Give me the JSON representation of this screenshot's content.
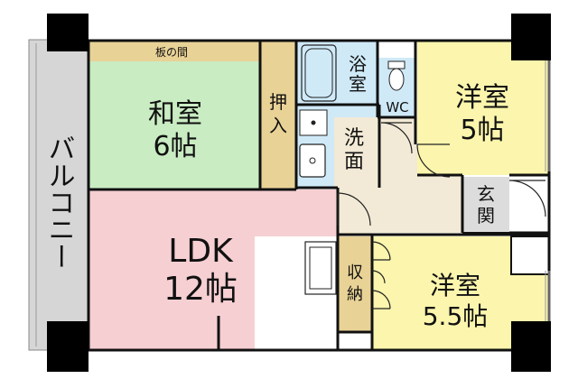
{
  "colors": {
    "tatami_room": "#c9ecc2",
    "ldk": "#f6cfd2",
    "western_room": "#fbf5ad",
    "wood": "#e8d296",
    "floor": "#f2ead6",
    "bath": "#cfe9f7",
    "balcony": "#d6d6d6",
    "entrance": "#dcdcdc",
    "pillar": "#000000",
    "wall": "#111111"
  },
  "rooms": {
    "wood_floor_strip": "板の間",
    "tatami": {
      "name": "和室",
      "size": "6帖"
    },
    "closet": {
      "c1": "押",
      "c2": "入"
    },
    "bath": {
      "c1": "浴",
      "c2": "室"
    },
    "wc": "WC",
    "washroom": {
      "c1": "洗",
      "c2": "面"
    },
    "western_1": {
      "name": "洋室",
      "size": "5帖"
    },
    "entrance": {
      "c1": "玄",
      "c2": "関"
    },
    "ldk": {
      "name": "LDK",
      "size": "12帖"
    },
    "storage": {
      "c1": "収",
      "c2": "納"
    },
    "western_2": {
      "name": "洋室",
      "size": "5.5帖"
    },
    "balcony": "バルコニー"
  }
}
